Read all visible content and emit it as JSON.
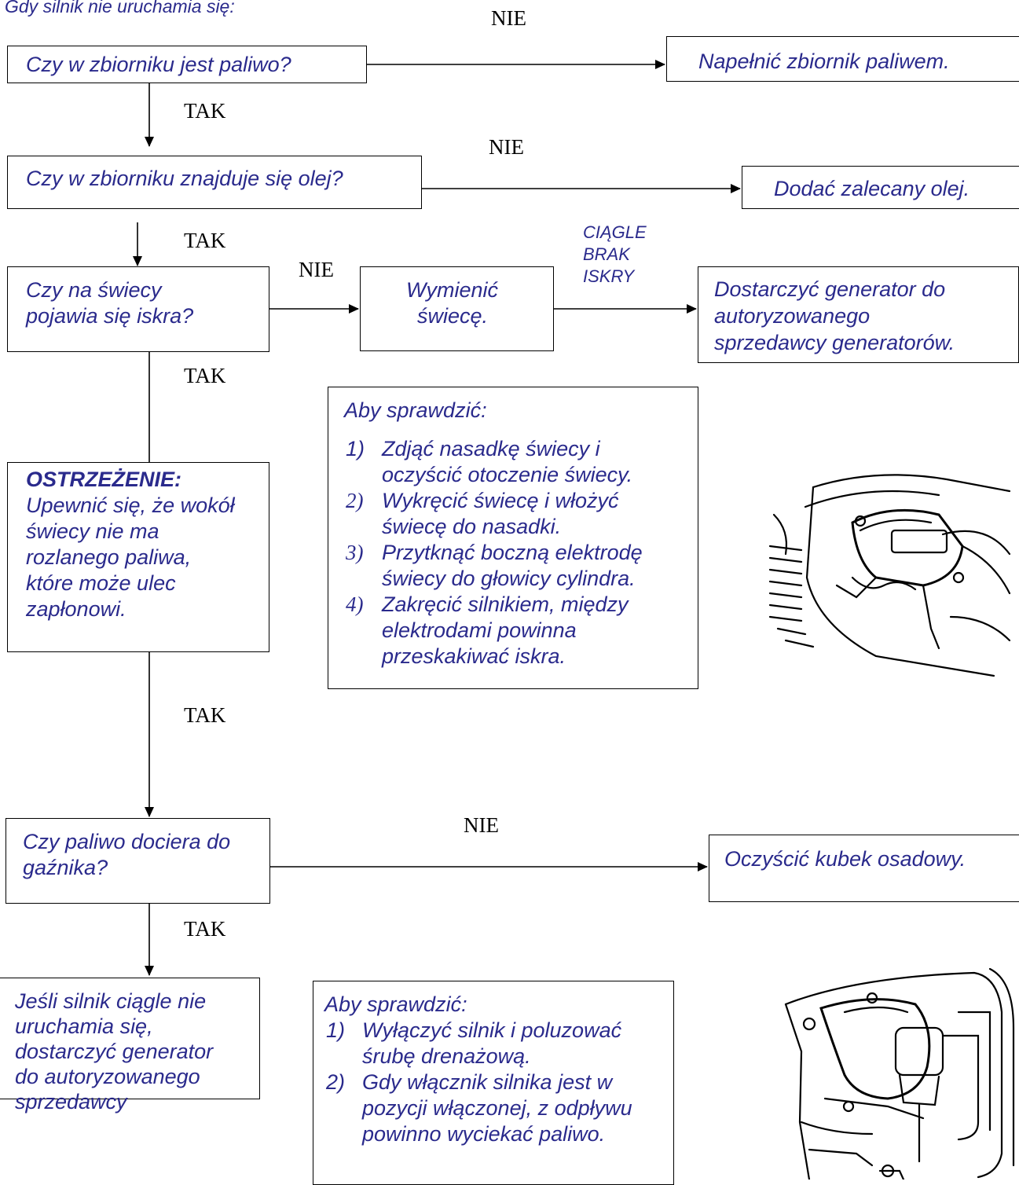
{
  "header": "Gdy silnik nie uruchamia się:",
  "labels": {
    "no_1": "NIE",
    "yes_1": "TAK",
    "no_2": "NIE",
    "yes_2": "TAK",
    "no_3": "NIE",
    "spark_still": [
      "CIĄGLE",
      "BRAK",
      "ISKRY"
    ],
    "yes_3": "TAK",
    "yes_4": "TAK",
    "no_4": "NIE",
    "yes_5": "TAK"
  },
  "q_fuel": "Czy w zbiorniku jest paliwo?",
  "a_fuel": "Napełnić zbiornik paliwem.",
  "q_oil": "Czy w zbiorniku znajduje się olej?",
  "a_oil": "Dodać zalecany olej.",
  "q_spark": [
    "Czy na świecy",
    "pojawia się iskra?"
  ],
  "a_plug": [
    "Wymienić",
    "świecę."
  ],
  "a_dealer": [
    "Dostarczyć generator do",
    "autoryzowanego",
    "sprzedawcy generatorów."
  ],
  "warning": {
    "title": "OSTRZEŻENIE:",
    "lines": [
      "Upewnić się, że wokół",
      "świecy nie ma",
      "rozlanego paliwa,",
      "które może ulec",
      "zapłonowi."
    ]
  },
  "check_spark": {
    "title": "Aby sprawdzić:",
    "steps": [
      {
        "num": "1)",
        "lines": [
          "Zdjąć nasadkę świecy i",
          "oczyścić otoczenie świecy."
        ]
      },
      {
        "num": "2)",
        "lines": [
          "Wykręcić świecę i włożyć",
          "świecę do nasadki."
        ]
      },
      {
        "num": "3)",
        "lines": [
          "Przytknąć boczną elektrodę",
          "świecy do głowicy cylindra."
        ]
      },
      {
        "num": "4)",
        "lines": [
          "Zakręcić silnikiem, między",
          "elektrodami powinna",
          "przeskakiwać iskra."
        ]
      }
    ]
  },
  "q_carb": [
    "Czy paliwo dociera do",
    "gaźnika?"
  ],
  "a_cup": "Oczyścić kubek osadowy.",
  "a_final": [
    "Jeśli silnik ciągle nie",
    "uruchamia się,",
    "dostarczyć generator",
    "do autoryzowanego",
    "sprzedawcy"
  ],
  "check_fuel": {
    "title": "Aby sprawdzić:",
    "steps": [
      {
        "num": "1)",
        "lines": [
          "Wyłączyć silnik i poluzować",
          "śrubę drenażową."
        ]
      },
      {
        "num": "2)",
        "lines": [
          "Gdy włącznik silnika jest w",
          "pozycji włączonej, z odpływu",
          "powinno wyciekać paliwo."
        ]
      }
    ]
  }
}
